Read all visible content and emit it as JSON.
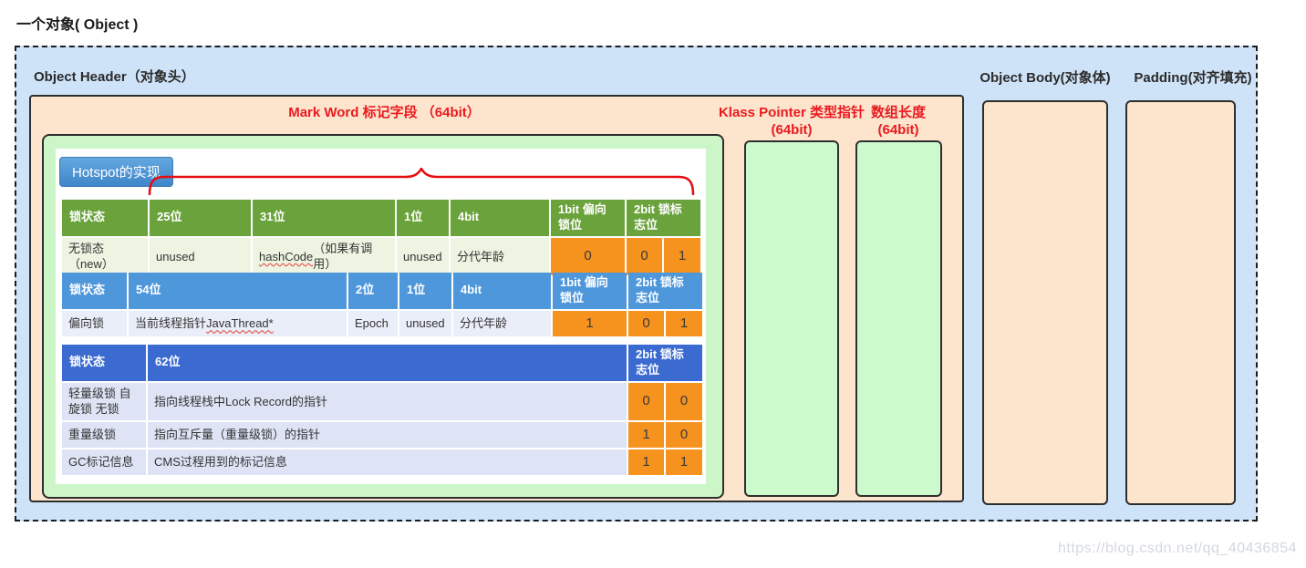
{
  "title": "一个对象( Object )",
  "watermark": "https://blog.csdn.net/qq_40436854",
  "colors": {
    "container_bg": "#cfe3f8",
    "header_section_bg": "#fce5cc",
    "markword_panel_bg": "#cdf6c8",
    "field_box_bg": "#ccfacc",
    "accent_red": "#ea1a20",
    "table_header_green": "#6aa23b",
    "table_header_blue": "#4f97db",
    "table_header_royal_blue": "#3b6bd0",
    "bit_cell_orange": "#f6921e",
    "badge_blue": "#3f86c9"
  },
  "object_header": {
    "label": "Object Header（对象头）",
    "mark_word": {
      "label": "Mark Word 标记字段 （64bit）",
      "badge": "Hotspot的实现",
      "tables": [
        {
          "theme": "green",
          "columns": [
            "锁状态",
            "25位",
            "31位",
            "1位",
            "4bit",
            "1bit 偏向锁位",
            "2bit 锁标志位"
          ],
          "rows": [
            {
              "cells": [
                "无锁态（new）",
                "unused",
                {
                  "pre": "",
                  "wavy": "hashCode",
                  "post": "（如果有调用）"
                },
                "unused",
                "分代年龄"
              ],
              "bits": [
                "0",
                "0",
                "1"
              ]
            }
          ]
        },
        {
          "theme": "blue",
          "columns": [
            "锁状态",
            "54位",
            "2位",
            "1位",
            "4bit",
            "1bit 偏向锁位",
            "2bit 锁标志位"
          ],
          "rows": [
            {
              "cells": [
                "偏向锁",
                {
                  "pre": "当前线程指针 ",
                  "wavy": "JavaThread*",
                  "post": ""
                },
                "Epoch",
                "unused",
                "分代年龄"
              ],
              "bits": [
                "1",
                "0",
                "1"
              ]
            }
          ]
        },
        {
          "theme": "royal",
          "columns": [
            "锁状态",
            "62位",
            "2bit 锁标志位"
          ],
          "rows": [
            {
              "cells": [
                "轻量级锁 自旋锁 无锁",
                "指向线程栈中Lock Record的指针"
              ],
              "bits": [
                "0",
                "0"
              ]
            },
            {
              "cells": [
                "重量级锁",
                "指向互斥量（重量级锁）的指针"
              ],
              "bits": [
                "1",
                "0"
              ]
            },
            {
              "cells": [
                "GC标记信息",
                "CMS过程用到的标记信息"
              ],
              "bits": [
                "1",
                "1"
              ]
            }
          ]
        }
      ]
    },
    "klass_pointer": {
      "line1": "Klass Pointer 类型指针",
      "line2": "(64bit)"
    },
    "array_length": {
      "line1": "数组长度",
      "line2": "(64bit)"
    }
  },
  "object_body": {
    "label": "Object Body(对象体)"
  },
  "padding": {
    "label": "Padding(对齐填充)"
  }
}
